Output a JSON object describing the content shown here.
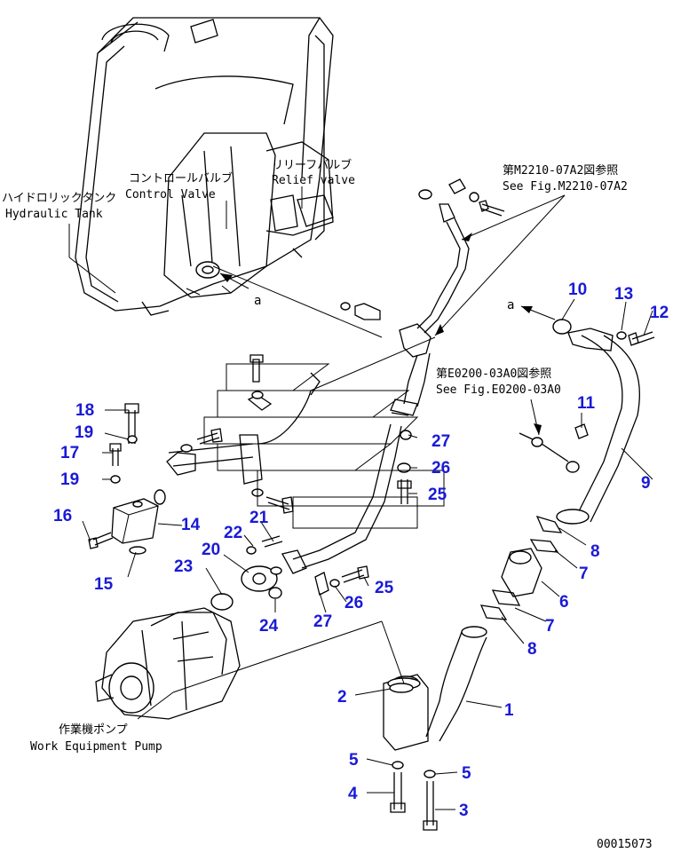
{
  "labels": {
    "hydraulic_tank_jp": "ハイドロリックタンク",
    "hydraulic_tank_en": "Hydraulic Tank",
    "control_valve_jp": "コントロールバルブ",
    "control_valve_en": "Control Valve",
    "relief_valve_jp": "リリーフバルブ",
    "relief_valve_en": "Relief valve",
    "ref1_jp": "第M2210-07A2図参照",
    "ref1_en": "See Fig.M2210-07A2",
    "ref2_jp": "第E0200-03A0図参照",
    "ref2_en": "See Fig.E0200-03A0",
    "pump_jp": "作業機ポンプ",
    "pump_en": "Work Equipment Pump",
    "marker_a_left": "a",
    "marker_a_right": "a",
    "drawing_no": "00015073"
  },
  "callouts": {
    "c1": "1",
    "c2": "2",
    "c3": "3",
    "c4": "4",
    "c5a": "5",
    "c5b": "5",
    "c6": "6",
    "c7a": "7",
    "c7b": "7",
    "c8a": "8",
    "c8b": "8",
    "c9": "9",
    "c10": "10",
    "c11": "11",
    "c12": "12",
    "c13": "13",
    "c14": "14",
    "c15": "15",
    "c16": "16",
    "c17": "17",
    "c18": "18",
    "c19a": "19",
    "c19b": "19",
    "c20": "20",
    "c21": "21",
    "c22": "22",
    "c23": "23",
    "c24": "24",
    "c25a": "25",
    "c25b": "25",
    "c26a": "26",
    "c26b": "26",
    "c27a": "27",
    "c27b": "27"
  },
  "colors": {
    "callout": "#1a1ad6",
    "line": "#000000"
  }
}
